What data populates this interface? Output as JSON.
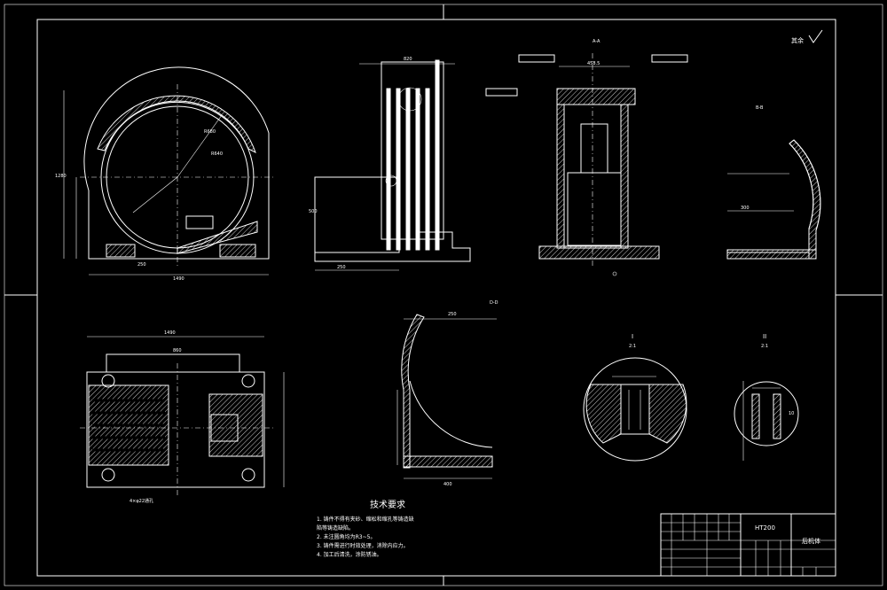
{
  "title_block": {
    "material": "HT200",
    "part_name": "后机体"
  },
  "surface_mark": "其余",
  "views": {
    "section_aa": "A-A",
    "section_bb": "B-B",
    "section_dd": "D-D",
    "detail_1": "I",
    "detail_2": "II",
    "scale_1": "2:1",
    "scale_2": "2:1"
  },
  "tech_requirements": {
    "heading": "技术要求",
    "items": [
      "1. 铸件不得有夹砂、缩松和缩孔等铸造缺",
      "   陷等铸造缺陷。",
      "2. 未注圆角均为R3~5。",
      "3. 铸件需进行时效处理，消除内应力。",
      "4. 加工后清洗，涂防锈油。"
    ]
  }
}
